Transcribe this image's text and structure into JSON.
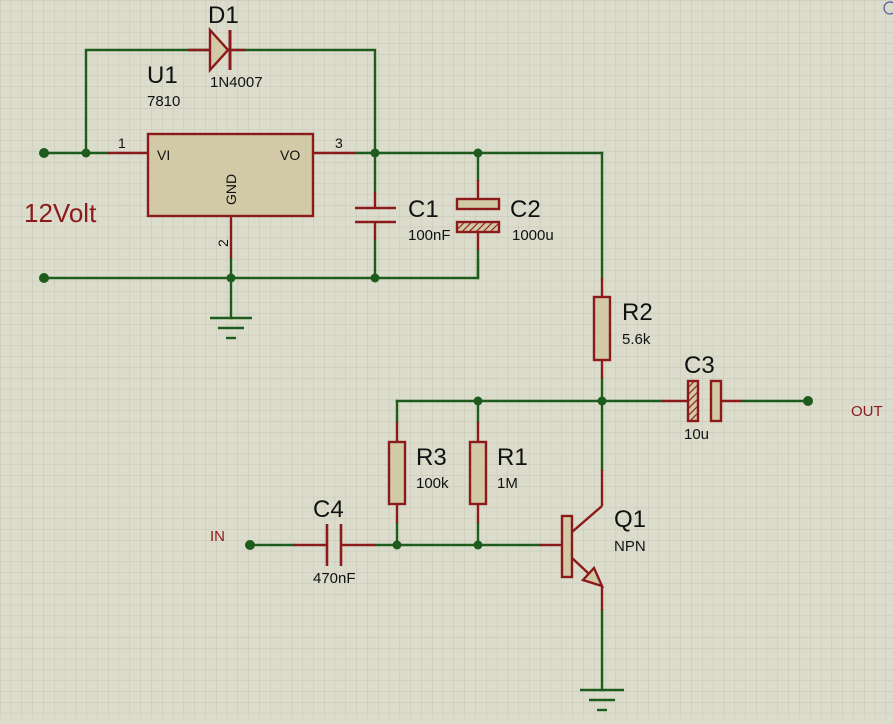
{
  "schematic": {
    "supply_label": "12Volt",
    "input_label": "IN",
    "output_label": "OUT",
    "components": {
      "D1": {
        "ref": "D1",
        "value": "1N4007"
      },
      "U1": {
        "ref": "U1",
        "value": "7810",
        "pin_vi": "VI",
        "pin_vo": "VO",
        "pin_gnd": "GND",
        "pin1": "1",
        "pin2": "2",
        "pin3": "3"
      },
      "C1": {
        "ref": "C1",
        "value": "100nF"
      },
      "C2": {
        "ref": "C2",
        "value": "1000u"
      },
      "R2": {
        "ref": "R2",
        "value": "5.6k"
      },
      "C3": {
        "ref": "C3",
        "value": "10u"
      },
      "R3": {
        "ref": "R3",
        "value": "100k"
      },
      "R1": {
        "ref": "R1",
        "value": "1M"
      },
      "C4": {
        "ref": "C4",
        "value": "470nF"
      },
      "Q1": {
        "ref": "Q1",
        "value": "NPN"
      }
    },
    "colors": {
      "background": "#dcdccc",
      "grid": "#c5c5b6",
      "wire": "#1d5c1d",
      "component": "#8b1a1a",
      "body_fill": "#d2c9a6",
      "text": "#111111"
    }
  }
}
